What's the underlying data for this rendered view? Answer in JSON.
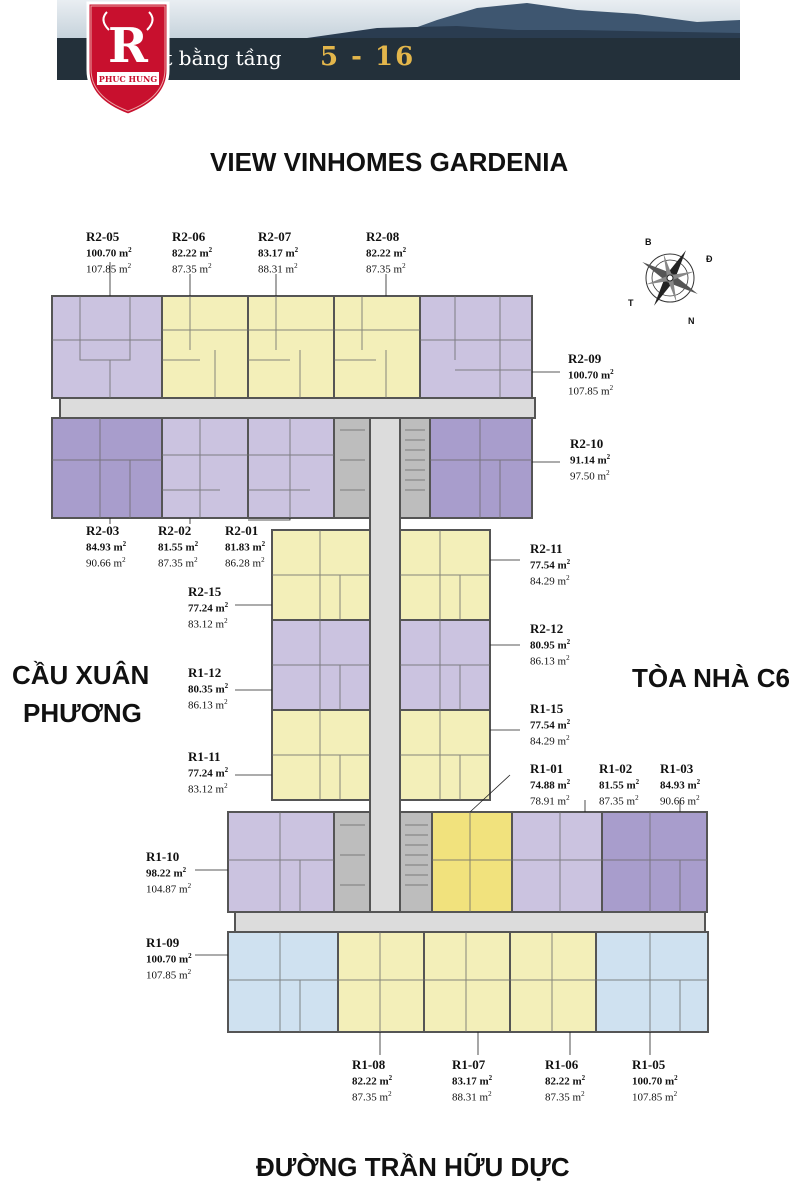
{
  "header": {
    "title": "Mặt bằng tầng",
    "floors": "5 - 16",
    "logo_text": "PHUC HUNG"
  },
  "labels": {
    "top": "VIEW VINHOMES GARDENIA",
    "left_line1": "CẦU XUÂN",
    "left_line2": "PHƯƠNG",
    "right": "TÒA NHÀ C6",
    "bottom": "ĐƯỜNG TRẦN HỮU DỰC"
  },
  "compass": {
    "b": "B",
    "d": "Đ",
    "t": "T",
    "n": "N"
  },
  "units": [
    {
      "code": "R2-05",
      "a1": "100.70 m",
      "a2": "107.85 m"
    },
    {
      "code": "R2-06",
      "a1": "82.22 m",
      "a2": "87.35 m"
    },
    {
      "code": "R2-07",
      "a1": "83.17 m",
      "a2": "88.31 m"
    },
    {
      "code": "R2-08",
      "a1": "82.22 m",
      "a2": "87.35 m"
    },
    {
      "code": "R2-09",
      "a1": "100.70 m",
      "a2": "107.85 m"
    },
    {
      "code": "R2-10",
      "a1": "91.14 m",
      "a2": "97.50 m"
    },
    {
      "code": "R2-03",
      "a1": "84.93 m",
      "a2": "90.66 m"
    },
    {
      "code": "R2-02",
      "a1": "81.55 m",
      "a2": "87.35 m"
    },
    {
      "code": "R2-01",
      "a1": "81.83 m",
      "a2": "86.28 m"
    },
    {
      "code": "R2-11",
      "a1": "77.54 m",
      "a2": "84.29 m"
    },
    {
      "code": "R2-15",
      "a1": "77.24 m",
      "a2": "83.12 m"
    },
    {
      "code": "R2-12",
      "a1": "80.95 m",
      "a2": "86.13 m"
    },
    {
      "code": "R1-12",
      "a1": "80.35 m",
      "a2": "86.13 m"
    },
    {
      "code": "R1-15",
      "a1": "77.54 m",
      "a2": "84.29 m"
    },
    {
      "code": "R1-11",
      "a1": "77.24 m",
      "a2": "83.12 m"
    },
    {
      "code": "R1-01",
      "a1": "74.88 m",
      "a2": "78.91 m"
    },
    {
      "code": "R1-02",
      "a1": "81.55 m",
      "a2": "87.35 m"
    },
    {
      "code": "R1-03",
      "a1": "84.93 m",
      "a2": "90.66 m"
    },
    {
      "code": "R1-10",
      "a1": "98.22 m",
      "a2": "104.87 m"
    },
    {
      "code": "R1-09",
      "a1": "100.70 m",
      "a2": "107.85 m"
    },
    {
      "code": "R1-08",
      "a1": "82.22 m",
      "a2": "87.35 m"
    },
    {
      "code": "R1-07",
      "a1": "83.17 m",
      "a2": "88.31 m"
    },
    {
      "code": "R1-06",
      "a1": "82.22 m",
      "a2": "87.35 m"
    },
    {
      "code": "R1-05",
      "a1": "100.70 m",
      "a2": "107.85 m"
    }
  ],
  "colors": {
    "purple": "#cbc3e0",
    "dark_purple": "#a89dcc",
    "yellow": "#f3efb9",
    "gold": "#f1e27d",
    "blue": "#cfe1f0",
    "corridor": "#dcdcdc",
    "wall": "#555555"
  }
}
